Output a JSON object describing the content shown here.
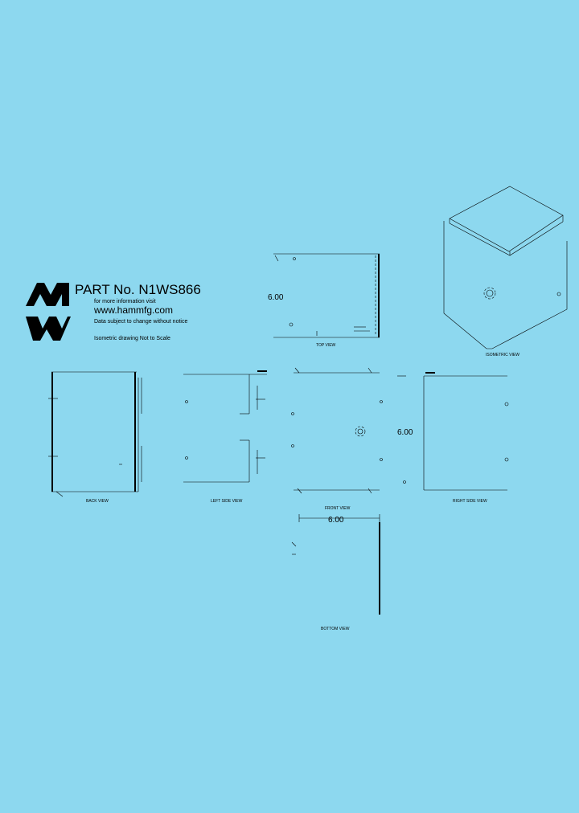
{
  "colors": {
    "background": "#8dd8ef",
    "ink": "#000000"
  },
  "title_block": {
    "logo": "HAMMOND MANUFACTURING LOGO (MH/W mark)",
    "part_label": "PART No. N1WS866",
    "more_info": "for more information visit",
    "url": "www.hammfg.com",
    "disclaimer": "Data subject to change without notice",
    "scale_note": "Isometric drawing Not to Scale"
  },
  "views": {
    "top": {
      "label": "TOP VIEW",
      "dimension": "6.00"
    },
    "isometric": {
      "label": "ISOMETRIC VIEW"
    },
    "back": {
      "label": "BACK VIEW"
    },
    "left": {
      "label": "LEFT SIDE VIEW"
    },
    "front": {
      "label": "FRONT VIEW",
      "dimension": "6.00"
    },
    "right": {
      "label": "RIGHT SIDE VIEW"
    },
    "bottom": {
      "label": "BOTTOM VIEW",
      "dimension": "6.00"
    }
  }
}
